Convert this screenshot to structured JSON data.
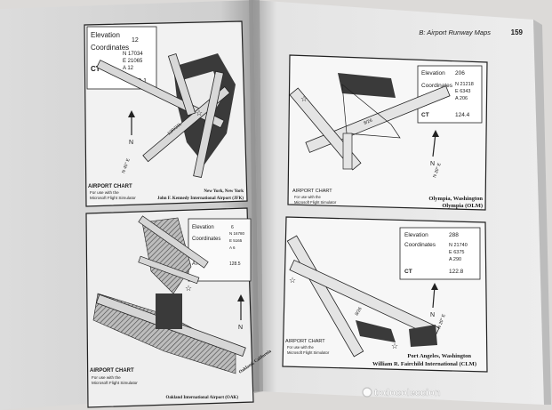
{
  "header": {
    "section_title": "B: Airport Runway Maps",
    "page_number": "159"
  },
  "labels": {
    "elevation": "Elevation",
    "coordinates": "Coordinates",
    "ct": "CT",
    "atis": "ATIS",
    "airport_chart": "AIRPORT CHART",
    "for_use_line1": "For use with the",
    "for_use_line2": "Microsoft Flight Simulator",
    "north": "N"
  },
  "charts": {
    "jfk": {
      "elevation": "12",
      "coord_n": "N 17034",
      "coord_e": "E 21065",
      "coord_a": "A 12",
      "ct": "119.1",
      "location": "New York, New York",
      "name": "John F. Kennedy International Airport (JFK)",
      "runway_label": "13R/31L",
      "bearing": "N 45° E"
    },
    "oak": {
      "elevation": "6",
      "coord_n": "N 16780",
      "coord_e": "E 5165",
      "coord_a": "A 6",
      "atis": "128.5",
      "location": "Oakland, California",
      "name": "Oakland International Airport (OAK)"
    },
    "olm": {
      "elevation": "206",
      "coord_n": "N 21218",
      "coord_e": "E 6343",
      "coord_a": "A 206",
      "ct": "124.4",
      "location": "Olympia, Washington",
      "name": "Olympia (OLM)",
      "runway_label": "8/26",
      "bearing": "N 20° E"
    },
    "clm": {
      "elevation": "288",
      "coord_n": "N 21740",
      "coord_e": "E 6375",
      "coord_a": "A 290",
      "ct": "122.8",
      "location": "Port Angeles, Washington",
      "name": "William R. Fairchild International (CLM)",
      "runway_label": "8/26",
      "bearing": "N 20° E"
    }
  },
  "watermark": "todocoleccion"
}
